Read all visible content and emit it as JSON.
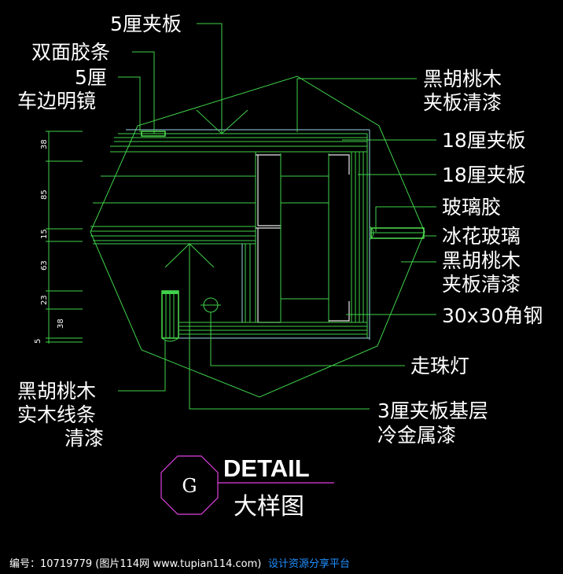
{
  "labels": {
    "plywood_5mm": "5厘夹板",
    "double_tape": "双面胶条",
    "mirror_line1": "5厘",
    "mirror_line2": "车边明镜",
    "walnut_top_line1": "黑胡桃木",
    "walnut_top_line2": "夹板清漆",
    "plywood_18mm_a": "18厘夹板",
    "plywood_18mm_b": "18厘夹板",
    "glass_glue": "玻璃胶",
    "frosted_glass": "冰花玻璃",
    "walnut_mid_line1": "黑胡桃木",
    "walnut_mid_line2": "夹板清漆",
    "angle_steel": "30x30角钢",
    "bead_light": "走珠灯",
    "base_line1": "3厘夹板基层",
    "base_line2": "冷金属漆",
    "solid_wood_line1": "黑胡桃木",
    "solid_wood_line2": "实木线条",
    "solid_wood_line3": "清漆"
  },
  "dimensions": [
    "38",
    "85",
    "15",
    "63",
    "23",
    "38",
    "5"
  ],
  "title": {
    "symbol": "G",
    "detail": "DETAIL",
    "subtitle": "大样图"
  },
  "watermark": {
    "text": "编号：10719779 (图片114网 www.tupian114.com)",
    "slogan": "设计资源分享平台"
  },
  "colors": {
    "line": "#3fd24a",
    "title_accent": "#e040e0",
    "watermark_link": "#1e90ff"
  }
}
